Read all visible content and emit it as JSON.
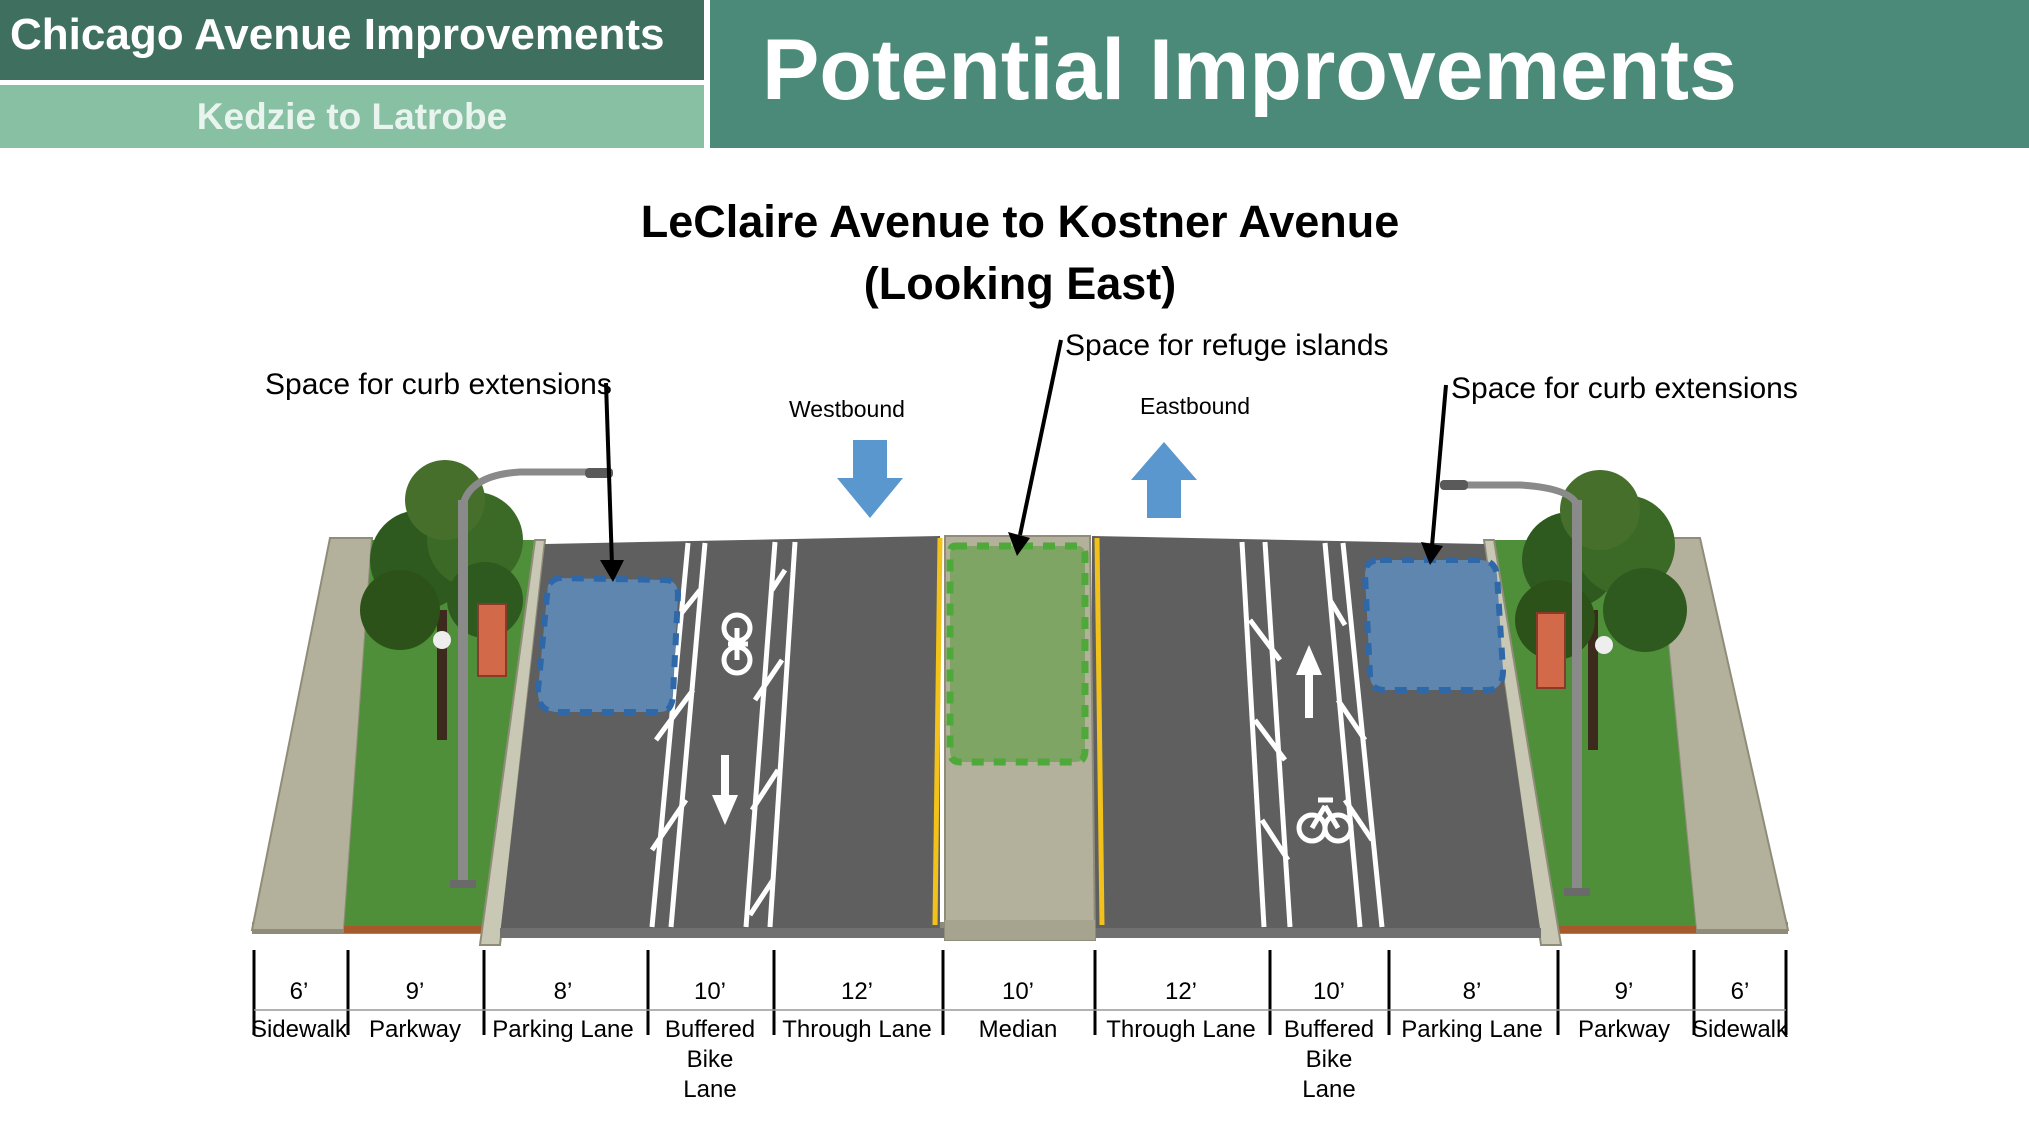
{
  "header": {
    "project_title": "Chicago Avenue Improvements",
    "project_subtitle": "Kedzie to Latrobe",
    "slide_title": "Potential Improvements"
  },
  "diagram": {
    "title_line1": "LeClaire Avenue to Kostner Avenue",
    "title_line2": "(Looking East)",
    "callouts": {
      "curb_left": "Space for curb extensions",
      "refuge": "Space for refuge islands",
      "curb_right": "Space for curb extensions"
    },
    "directions": {
      "westbound": "Westbound",
      "eastbound": "Eastbound"
    },
    "segments": [
      {
        "width": "6’",
        "name": "Sidewalk"
      },
      {
        "width": "9’",
        "name": "Parkway"
      },
      {
        "width": "8’",
        "name": "Parking Lane"
      },
      {
        "width": "10’",
        "name": "Buffered\nBike\nLane"
      },
      {
        "width": "12’",
        "name": "Through Lane"
      },
      {
        "width": "10’",
        "name": "Median"
      },
      {
        "width": "12’",
        "name": "Through Lane"
      },
      {
        "width": "10’",
        "name": "Buffered\nBike\nLane"
      },
      {
        "width": "8’",
        "name": "Parking Lane"
      },
      {
        "width": "9’",
        "name": "Parkway"
      },
      {
        "width": "6’",
        "name": "Sidewalk"
      }
    ],
    "colors": {
      "header_dark": "#3f6f5f",
      "header_light": "#88c0a4",
      "header_right": "#4b8a78",
      "asphalt": "#5f5f5f",
      "sidewalk": "#b0ae98",
      "parkway": "#4f8f3a",
      "curb_extension": "#5f86ae",
      "refuge_island": "#7ea563",
      "arrow_blue": "#5a97cf",
      "center_line": "#f2c21b"
    }
  }
}
